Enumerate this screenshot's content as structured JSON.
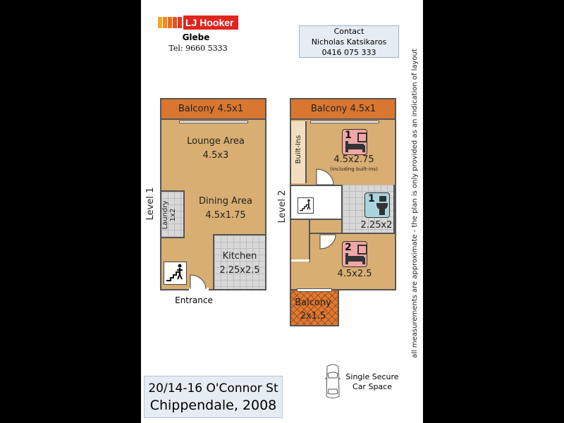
{
  "agency": {
    "brand": "LJ Hooker",
    "office": "Glebe",
    "phone": "Tel: 9660 5333"
  },
  "contact": {
    "heading": "Contact",
    "name": "Nicholas Katsikaros",
    "phone": "0416 075 333"
  },
  "disclaimer": "all measurements are approximate - the plan is only provided as an indication of layout",
  "level1": {
    "label": "Level 1",
    "balcony": "Balcony  4.5x1",
    "lounge_name": "Lounge Area",
    "lounge_size": "4.5x3",
    "dining_name": "Dining Area",
    "dining_size": "4.5x1.75",
    "laundry_name": "Laundry",
    "laundry_size": "1x2",
    "kitchen_name": "Kitchen",
    "kitchen_size": "2.25x2.5",
    "entrance": "Entrance"
  },
  "level2": {
    "label": "Level 2",
    "balcony": "Balcony 4.5x1",
    "builtins": "Built-Ins",
    "bedroom1_number": "1",
    "bedroom1_size": "4.5x2.75",
    "bedroom1_note": "(including built-ins)",
    "bath_number": "1",
    "bath_size": "2.25x2",
    "bedroom2_number": "2",
    "bedroom2_size": "4.5x2.5",
    "balcony2_name": "Balcony",
    "balcony2_size": "2x1.5"
  },
  "parking": {
    "line1": "Single Secure",
    "line2": "Car Space"
  },
  "address": {
    "line1": "20/14-16 O'Connor St",
    "line2": "Chippendale, 2008"
  },
  "colors": {
    "room_fill": "#d9ae72",
    "balcony_fill": "#d9762f",
    "balcony2_fill": "#e07a33",
    "wall": "#555555",
    "bedroom_icon": "#f0a7a7",
    "bath_icon": "#a9d4de",
    "address_bg": "#e6ecf3",
    "contact_bg": "#e6ecf3"
  }
}
